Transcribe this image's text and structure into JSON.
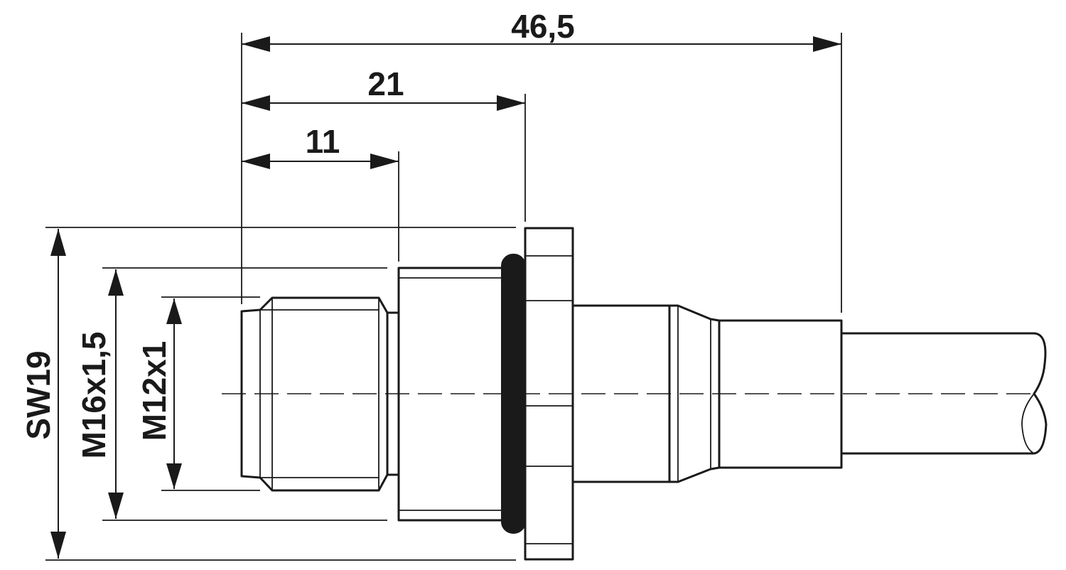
{
  "dimensions": {
    "overall_length": "46,5",
    "thread_to_nut": "21",
    "thread_length": "11",
    "wrench_size": "SW19",
    "mount_thread": "M16x1,5",
    "connector_thread": "M12x1"
  }
}
